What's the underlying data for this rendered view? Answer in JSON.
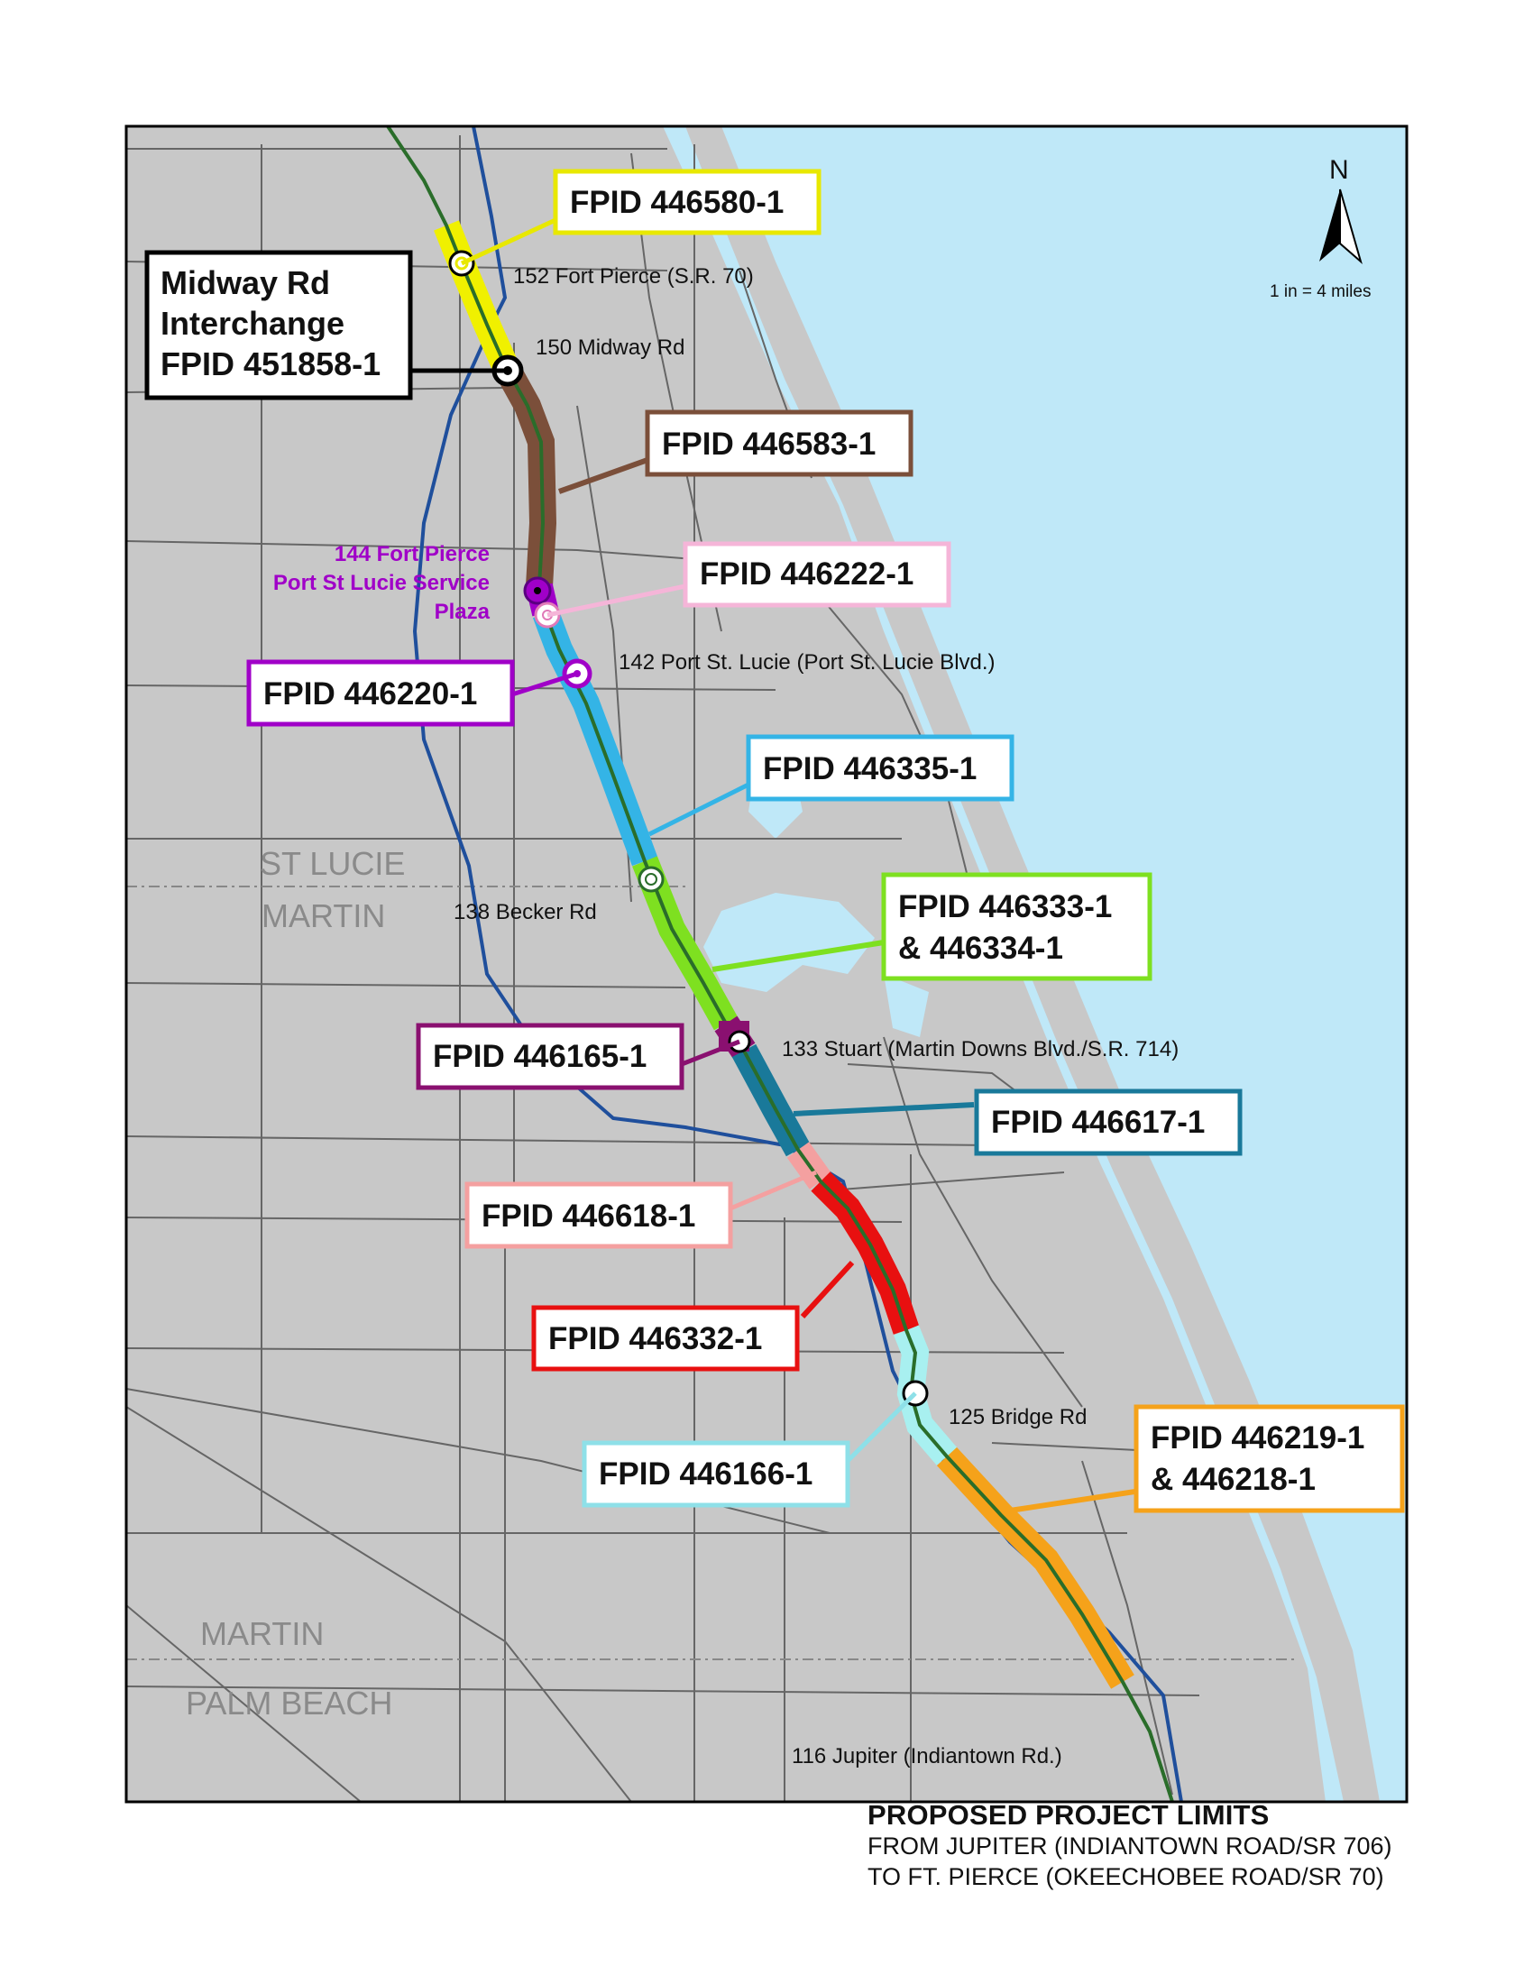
{
  "colors": {
    "water": "#bfe8f8",
    "land": "#c8c8c8",
    "road": "#666666",
    "turnpike": "#2a6d2a",
    "alt_route": "#1f4f9c",
    "service_plaza": "#a000c8"
  },
  "scale": {
    "north": "N",
    "text": "1 in = 4 miles"
  },
  "county_labels": [
    "ST LUCIE",
    "MARTIN",
    "MARTIN",
    "PALM BEACH"
  ],
  "interchanges": [
    "152 Fort Pierce (S.R. 70)",
    "150 Midway Rd",
    "142 Port St. Lucie (Port St. Lucie Blvd.)",
    "138 Becker Rd",
    "133 Stuart (Martin Downs Blvd./S.R. 714)",
    "125 Bridge Rd",
    "116 Jupiter (Indiantown Rd.)"
  ],
  "service_plaza": [
    "144 Fort Pierce",
    "Port St Lucie Service",
    "Plaza"
  ],
  "projects": [
    {
      "lines": [
        "FPID 446580-1"
      ],
      "color": "#f0f000",
      "border": "#e8e800"
    },
    {
      "lines": [
        "Midway Rd",
        "Interchange",
        "FPID 451858-1"
      ],
      "color": "#000000",
      "border": "#000000"
    },
    {
      "lines": [
        "FPID 446583-1"
      ],
      "color": "#7b4f3a",
      "border": "#7b4f3a"
    },
    {
      "lines": [
        "FPID 446222-1"
      ],
      "color": "#f5b5d8",
      "border": "#f5b5d8"
    },
    {
      "lines": [
        "FPID 446220-1"
      ],
      "color": "#a000c8",
      "border": "#a000c8"
    },
    {
      "lines": [
        "FPID 446335-1"
      ],
      "color": "#34b4e6",
      "border": "#34b4e6"
    },
    {
      "lines": [
        "FPID 446333-1",
        "& 446334-1"
      ],
      "color": "#7ee020",
      "border": "#7ee020"
    },
    {
      "lines": [
        "FPID 446165-1"
      ],
      "color": "#8a1070",
      "border": "#8a1070"
    },
    {
      "lines": [
        "FPID 446617-1"
      ],
      "color": "#19799a",
      "border": "#19799a"
    },
    {
      "lines": [
        "FPID 446618-1"
      ],
      "color": "#f4a0a0",
      "border": "#f4a0a0"
    },
    {
      "lines": [
        "FPID 446332-1"
      ],
      "color": "#e81010",
      "border": "#e81010"
    },
    {
      "lines": [
        "FPID 446166-1"
      ],
      "color": "#a8f0f0",
      "border": "#8ee0e8"
    },
    {
      "lines": [
        "FPID 446219-1",
        "& 446218-1"
      ],
      "color": "#f5a21a",
      "border": "#f5a21a"
    }
  ],
  "caption": {
    "title": "PROPOSED PROJECT LIMITS",
    "line1": "FROM JUPITER (INDIANTOWN ROAD/SR 706)",
    "line2": "TO FT. PIERCE (OKEECHOBEE ROAD/SR 70)"
  }
}
